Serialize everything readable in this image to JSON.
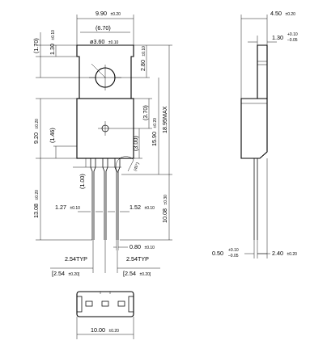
{
  "drawing": {
    "front_view": {
      "d_9_90": {
        "value": "9.90",
        "tol": "±0.20"
      },
      "d_6_70": "(6.70)",
      "d_hole": {
        "value": "ø3.60",
        "tol": "±0.10"
      },
      "d_1_70": "(1.70)",
      "d_1_30": {
        "value": "1.30",
        "tol": "±0.10"
      },
      "d_2_80": {
        "value": "2.80",
        "tol": "±0.10"
      },
      "d_3_70": "(3.70)",
      "d_15_90": {
        "value": "15.90",
        "tol": "±0.20"
      },
      "d_18_95": "18.95MAX",
      "d_9_20": {
        "value": "9.20",
        "tol": "±0.20"
      },
      "d_1_46": "(1.46)",
      "d_3_00": "(3.00)",
      "d_45": "(45°)",
      "d_1_00": "(1.00)",
      "d_13_08": {
        "value": "13.08",
        "tol": "±0.20"
      },
      "d_10_08": {
        "value": "10.08",
        "tol": "±0.30"
      },
      "d_1_27": {
        "value": "1.27",
        "tol": "±0.10"
      },
      "d_1_52": {
        "value": "1.52",
        "tol": "±0.10"
      },
      "d_0_80": {
        "value": "0.80",
        "tol": "±0.10"
      },
      "d_pitch_left": {
        "value": "2.54TYP",
        "sub": "[2.54",
        "tol": "±0.20]"
      },
      "d_pitch_right": {
        "value": "2.54TYP",
        "sub": "[2.54",
        "tol": "±0.20]"
      }
    },
    "side_view": {
      "d_4_50": {
        "value": "4.50",
        "tol": "±0.20"
      },
      "d_1_30": {
        "value": "1.30",
        "tol_plus": "+0.10",
        "tol_minus": "–0.05"
      },
      "d_0_50": {
        "value": "0.50",
        "tol_plus": "+0.10",
        "tol_minus": "–0.05"
      },
      "d_2_40": {
        "value": "2.40",
        "tol": "±0.20"
      }
    },
    "bottom_view": {
      "d_10_00": {
        "value": "10.00",
        "tol": "±0.20"
      }
    }
  }
}
